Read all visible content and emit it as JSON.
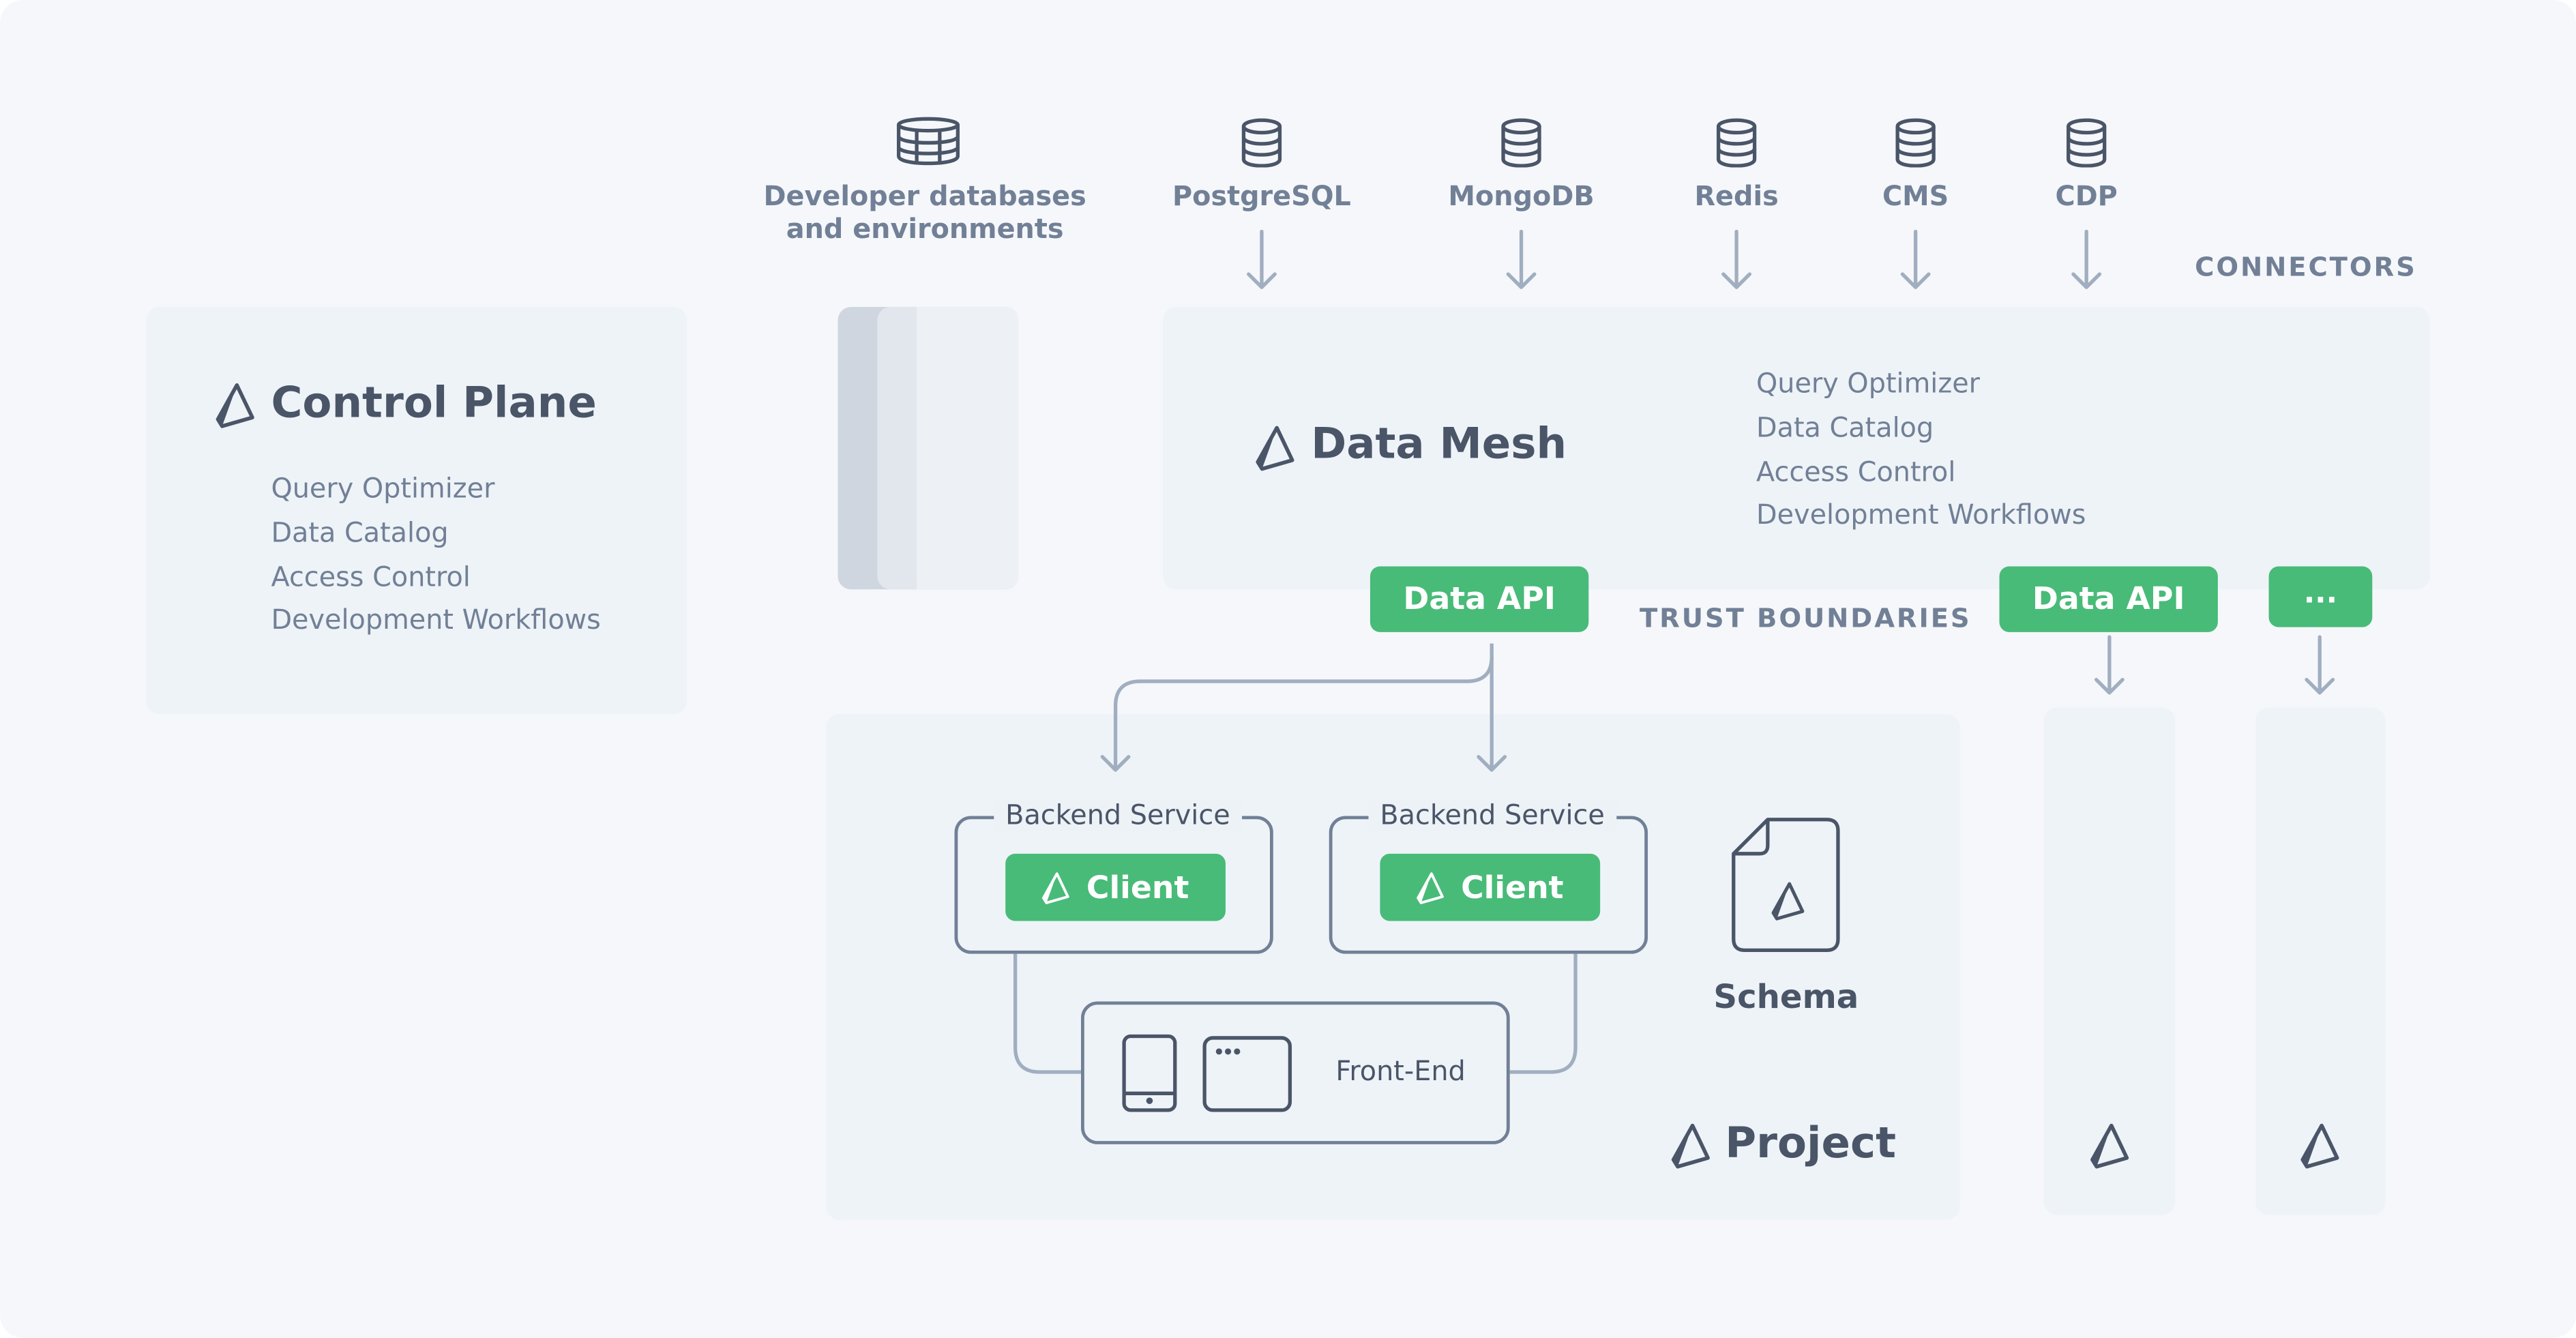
{
  "control_plane": {
    "title": "Control Plane",
    "features": [
      "Query Optimizer",
      "Data Catalog",
      "Access Control",
      "Development Workflows"
    ]
  },
  "sources": {
    "devdb_label_line1": "Developer databases",
    "devdb_label_line2": "and environments",
    "items": [
      "PostgreSQL",
      "MongoDB",
      "Redis",
      "CMS",
      "CDP"
    ],
    "connectors_label": "CONNECTORS"
  },
  "data_mesh": {
    "title": "Data Mesh",
    "features": [
      "Query Optimizer",
      "Data Catalog",
      "Access Control",
      "Development Workflows"
    ]
  },
  "apis": {
    "main_label": "Data API",
    "secondary_label": "Data API",
    "more_label": "...",
    "trust_label": "TRUST BOUNDARIES"
  },
  "project": {
    "title": "Project",
    "backend_service_label": "Backend Service",
    "client_label": "Client",
    "frontend_label": "Front-End",
    "schema_label": "Schema"
  },
  "colors": {
    "accent_green": "#48bb78",
    "panel": "#edf2f7",
    "background": "#f5f7fa",
    "text_dark": "#4a5568",
    "text_muted": "#718096",
    "arrow": "#a0aec0"
  },
  "icons": [
    "prisma-logo-icon",
    "database-icon",
    "database-stack-icon",
    "mobile-device-icon",
    "browser-window-icon",
    "schema-file-icon",
    "arrow-down-icon"
  ]
}
